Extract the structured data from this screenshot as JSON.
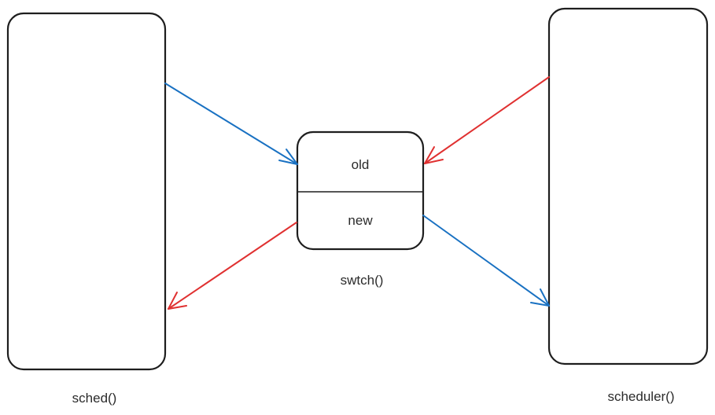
{
  "nodes": {
    "sched": {
      "label": "sched()"
    },
    "swtch": {
      "label": "swtch()",
      "fields": [
        "old",
        "new"
      ]
    },
    "scheduler": {
      "label": "scheduler()"
    }
  },
  "edges": [
    {
      "from": "sched",
      "to": "swtch.old",
      "color": "#1971c2"
    },
    {
      "from": "swtch.new",
      "to": "sched",
      "color": "#e03131"
    },
    {
      "from": "scheduler",
      "to": "swtch.old",
      "color": "#e03131"
    },
    {
      "from": "swtch.new",
      "to": "scheduler",
      "color": "#1971c2"
    }
  ],
  "colors": {
    "blue_arrow": "#1971c2",
    "red_arrow": "#e03131",
    "outline": "#1e1e1e"
  }
}
